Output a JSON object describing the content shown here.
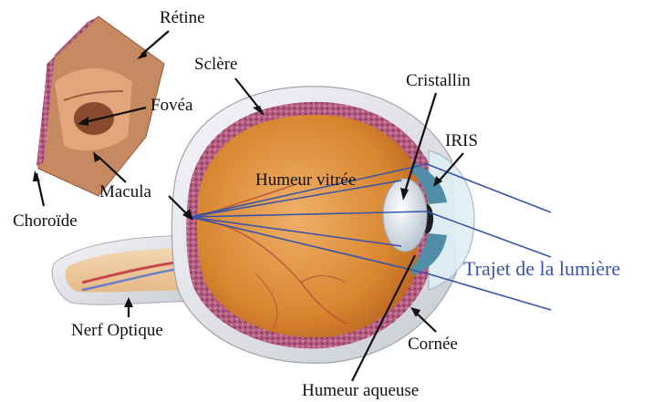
{
  "labels": {
    "retine": "Rétine",
    "sclere": "Sclère",
    "fovea": "Fovéa",
    "cristallin": "Cristallin",
    "iris": "IRIS",
    "humeur_vitree": "Humeur vitrée",
    "macula": "Macula",
    "choroide": "Choroïde",
    "trajet_lumiere": "Trajet de la lumière",
    "nerf_optique": "Nerf Optique",
    "cornee": "Cornée",
    "humeur_aqueuse": "Humeur aqueuse"
  },
  "colors": {
    "light_path": "#3a55a8",
    "vitreous": "#d98a3a",
    "retina": "#e8a45a",
    "sclera": "#eef0f2",
    "choroid": "#9c4a6e",
    "iris": "#5a9ab0",
    "lens": "#dfe6ee",
    "leader_line": "#111111"
  }
}
